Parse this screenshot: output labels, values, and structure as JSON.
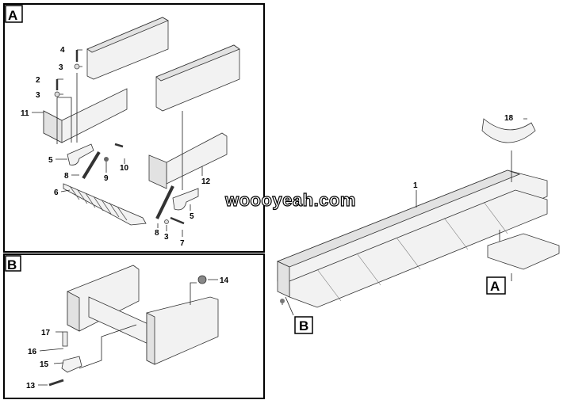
{
  "panels": [
    {
      "tag": "A",
      "callouts": [
        "4",
        "3",
        "2",
        "3",
        "11",
        "5",
        "10",
        "9",
        "8",
        "6",
        "12",
        "5",
        "8",
        "3",
        "7"
      ]
    },
    {
      "tag": "B",
      "callouts": [
        "14",
        "17",
        "16",
        "15",
        "13"
      ]
    }
  ],
  "overview": {
    "callouts": [
      "18",
      "1"
    ],
    "detail_tags": [
      "A",
      "B"
    ]
  },
  "watermark": "woooyeah.com"
}
